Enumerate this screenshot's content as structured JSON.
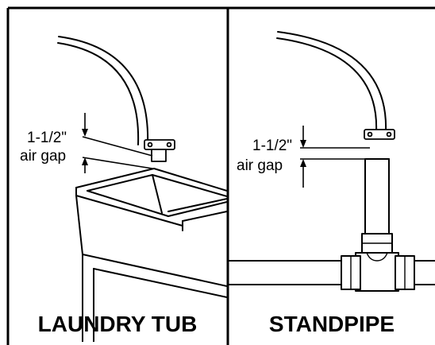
{
  "panels": [
    {
      "title": "LAUNDRY TUB",
      "gap_measure": "1-1/2\"",
      "gap_text": "air gap"
    },
    {
      "title": "STANDPIPE",
      "gap_measure": "1-1/2\"",
      "gap_text": "air gap"
    }
  ],
  "colors": {
    "ink": "#000000",
    "paper": "#ffffff"
  }
}
